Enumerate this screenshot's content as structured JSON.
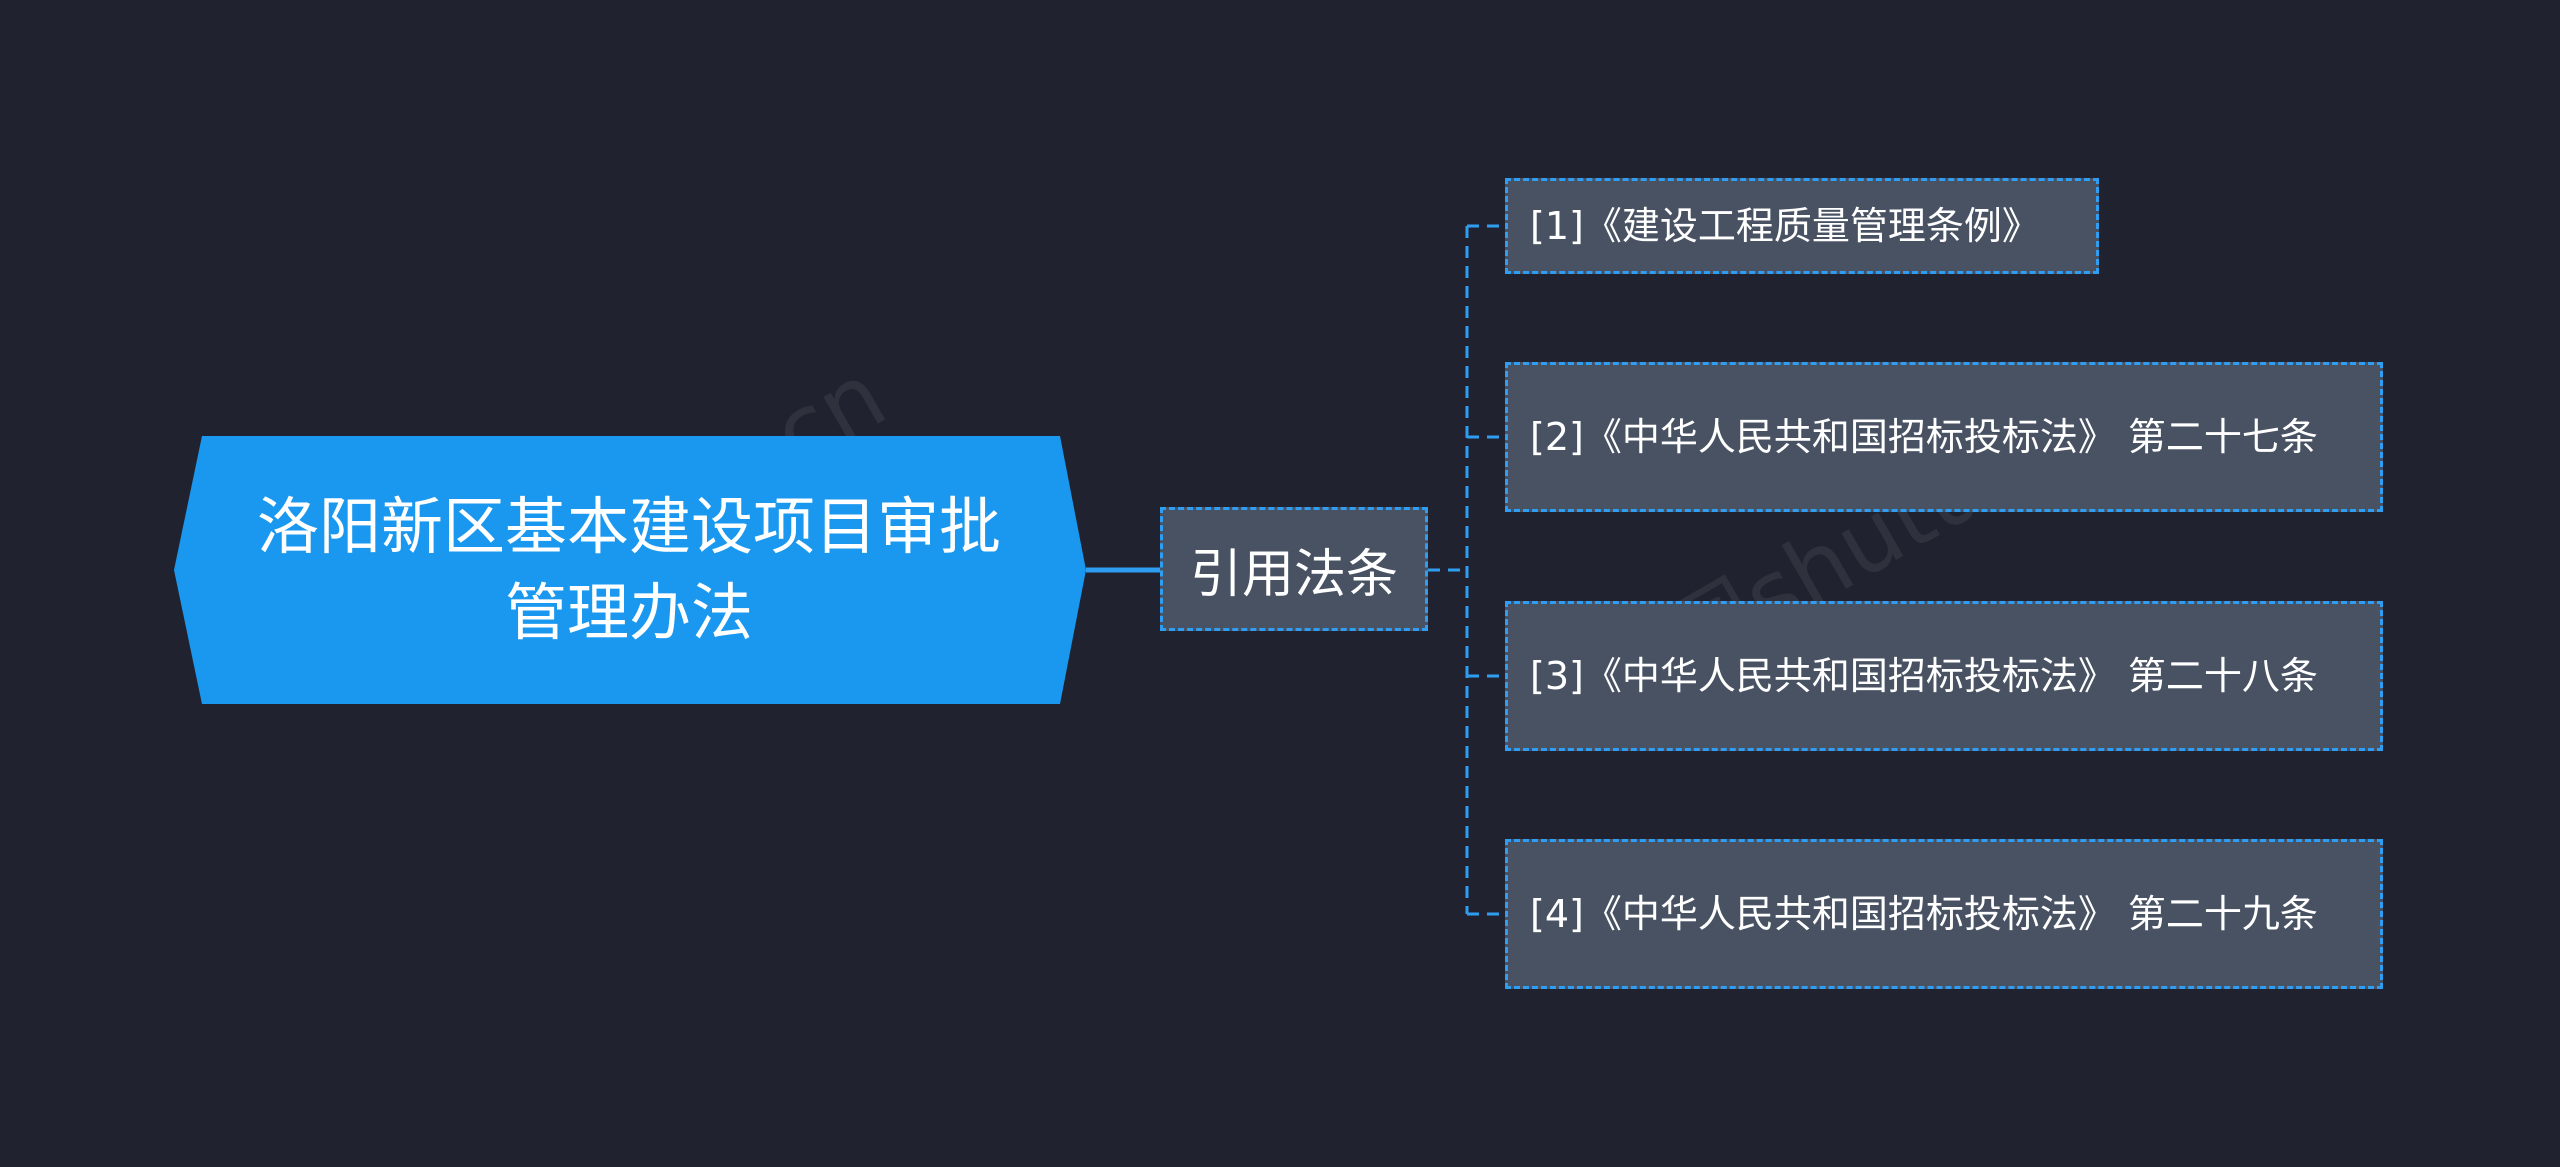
{
  "mindmap": {
    "root": {
      "label": "洛阳新区基本建设项目审批管理办法"
    },
    "branch": {
      "label": "引用法条"
    },
    "leaves": [
      {
        "label": "[1]《建设工程质量管理条例》"
      },
      {
        "label": "[2]《中华人民共和国招标投标法》 第二十七条"
      },
      {
        "label": "[3]《中华人民共和国招标投标法》 第二十八条"
      },
      {
        "label": "[4]《中华人民共和国招标投标法》 第二十九条"
      }
    ]
  },
  "watermarks": [
    "树图shutu.cn",
    "树图shutu.cn"
  ],
  "colors": {
    "background": "#20232f",
    "root_fill": "#1a98ef",
    "node_fill": "#485263",
    "accent": "#2f9ef2",
    "text": "#ffffff"
  }
}
